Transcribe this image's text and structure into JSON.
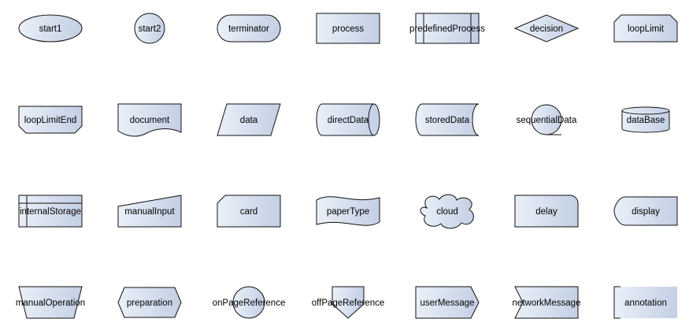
{
  "colors": {
    "fill_light": "#eaf0f8",
    "fill_dark": "#c3cfe4",
    "stroke": "#111111",
    "background": "#ffffff"
  },
  "shapes": [
    {
      "id": "start1",
      "label": "start1"
    },
    {
      "id": "start2",
      "label": "start2"
    },
    {
      "id": "terminator",
      "label": "terminator"
    },
    {
      "id": "process",
      "label": "process"
    },
    {
      "id": "predefinedProcess",
      "label": "predefinedProcess"
    },
    {
      "id": "decision",
      "label": "decision"
    },
    {
      "id": "loopLimit",
      "label": "loopLimit"
    },
    {
      "id": "loopLimitEnd",
      "label": "loopLimitEnd"
    },
    {
      "id": "document",
      "label": "document"
    },
    {
      "id": "data",
      "label": "data"
    },
    {
      "id": "directData",
      "label": "directData"
    },
    {
      "id": "storedData",
      "label": "storedData"
    },
    {
      "id": "sequentialData",
      "label": "sequentialData"
    },
    {
      "id": "dataBase",
      "label": "dataBase"
    },
    {
      "id": "internalStorage",
      "label": "internalStorage"
    },
    {
      "id": "manualInput",
      "label": "manualInput"
    },
    {
      "id": "card",
      "label": "card"
    },
    {
      "id": "paperType",
      "label": "paperType"
    },
    {
      "id": "cloud",
      "label": "cloud"
    },
    {
      "id": "delay",
      "label": "delay"
    },
    {
      "id": "display",
      "label": "display"
    },
    {
      "id": "manualOperation",
      "label": "manualOperation"
    },
    {
      "id": "preparation",
      "label": "preparation"
    },
    {
      "id": "onPageReference",
      "label": "onPageReference"
    },
    {
      "id": "offPageReference",
      "label": "offPageReference"
    },
    {
      "id": "userMessage",
      "label": "userMessage"
    },
    {
      "id": "networkMessage",
      "label": "networkMessage"
    },
    {
      "id": "annotation",
      "label": "annotation"
    }
  ]
}
